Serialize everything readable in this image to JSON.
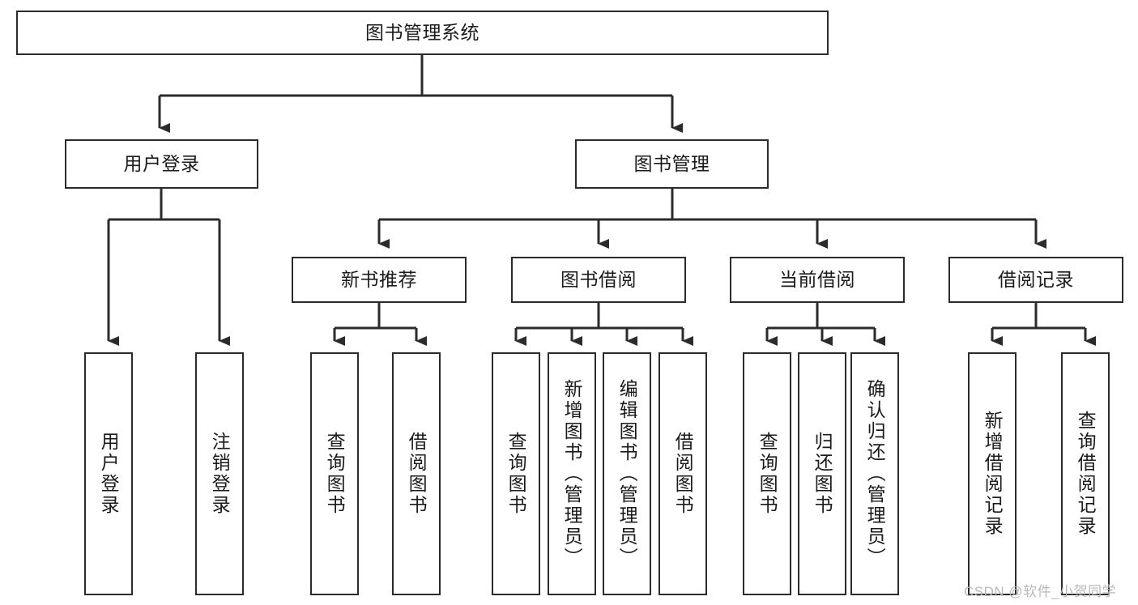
{
  "diagram": {
    "type": "tree-hierarchy-chart",
    "title": "图书管理系统",
    "orientation": "top-down",
    "line_color": "#2b2b2b",
    "box_fill": "#ffffff",
    "text_color": "#1b1b1b",
    "nodes": {
      "root": {
        "label": "图书管理系统",
        "level": 0
      },
      "l1": [
        {
          "id": "user-login",
          "label": "用户登录",
          "level": 1
        },
        {
          "id": "book-manage",
          "label": "图书管理",
          "level": 1
        }
      ],
      "l2": [
        {
          "id": "new-book-recommend",
          "label": "新书推荐",
          "level": 2,
          "parent": "book-manage"
        },
        {
          "id": "book-borrow",
          "label": "图书借阅",
          "level": 2,
          "parent": "book-manage"
        },
        {
          "id": "current-borrow",
          "label": "当前借阅",
          "level": 2,
          "parent": "book-manage"
        },
        {
          "id": "borrow-record",
          "label": "借阅记录",
          "level": 2,
          "parent": "book-manage"
        }
      ],
      "leaves": [
        {
          "id": "leaf-user-login",
          "label": "用户登录",
          "parent": "user-login"
        },
        {
          "id": "leaf-logout-login",
          "label": "注销登录",
          "parent": "user-login"
        },
        {
          "id": "leaf-query-book-1",
          "label": "查询图书",
          "parent": "new-book-recommend"
        },
        {
          "id": "leaf-borrow-book-1",
          "label": "借阅图书",
          "parent": "new-book-recommend"
        },
        {
          "id": "leaf-query-book-2",
          "label": "查询图书",
          "parent": "book-borrow"
        },
        {
          "id": "leaf-add-book",
          "label": "新增图书（管理员）",
          "parent": "book-borrow"
        },
        {
          "id": "leaf-edit-book",
          "label": "编辑图书（管理员）",
          "parent": "book-borrow"
        },
        {
          "id": "leaf-borrow-book-2",
          "label": "借阅图书",
          "parent": "book-borrow"
        },
        {
          "id": "leaf-query-book-3",
          "label": "查询图书",
          "parent": "current-borrow"
        },
        {
          "id": "leaf-return-book",
          "label": "归还图书",
          "parent": "current-borrow"
        },
        {
          "id": "leaf-confirm-return",
          "label": "确认归还（管理员）",
          "parent": "current-borrow"
        },
        {
          "id": "leaf-add-record",
          "label": "新增借阅记录",
          "parent": "borrow-record"
        },
        {
          "id": "leaf-query-record",
          "label": "查询借阅记录",
          "parent": "borrow-record"
        }
      ]
    }
  },
  "watermark": {
    "text": "CSDN @软件_小贺同学"
  }
}
